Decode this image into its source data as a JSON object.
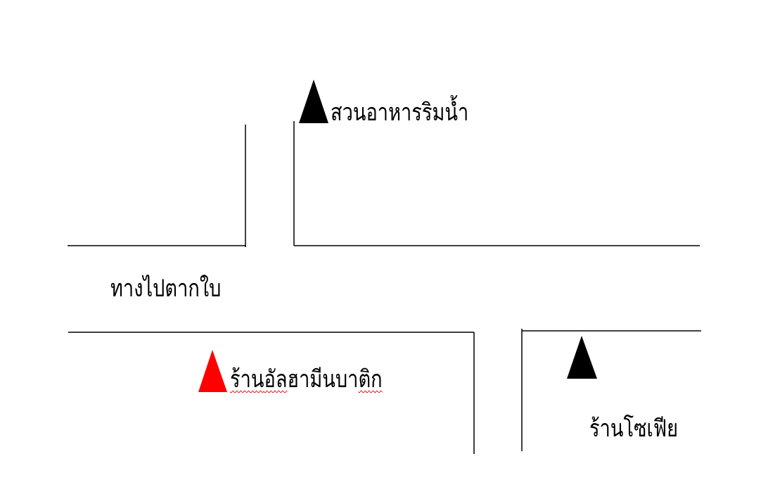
{
  "labels": {
    "restaurant": "สวนอาหารริมน้ำ",
    "road_to": "ทางไปตากใบ",
    "batik_shop_part1": "ร้าน",
    "batik_shop_part2": "อัล",
    "batik_shop_part3": "ฮามีนบา",
    "batik_shop_part4": "ติก",
    "sofia_shop": "ร้านโซเฟีย"
  },
  "markers": {
    "restaurant": {
      "color": "#000000"
    },
    "batik_shop": {
      "color": "#ff0000"
    },
    "sofia_shop": {
      "color": "#000000"
    }
  }
}
